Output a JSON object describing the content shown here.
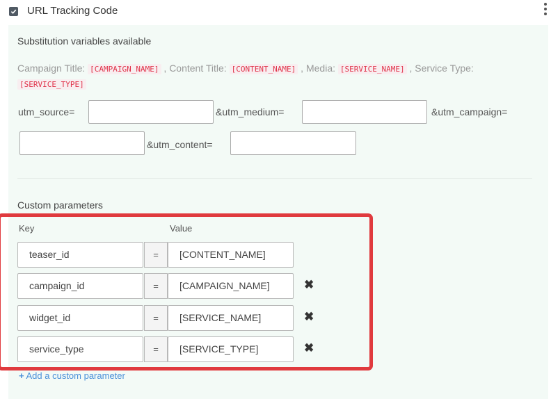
{
  "header": {
    "title": "URL Tracking Code",
    "checked": true
  },
  "substitution": {
    "title": "Substitution variables available",
    "vars": [
      {
        "label": "Campaign Title:",
        "code": "[CAMPAIGN_NAME]",
        "sep": " ,"
      },
      {
        "label": "Content Title:",
        "code": "[CONTENT_NAME]",
        "sep": " ,"
      },
      {
        "label": "Media:",
        "code": "[SERVICE_NAME]",
        "sep": " ,"
      },
      {
        "label": "Service Type:",
        "code": "[SERVICE_TYPE]",
        "sep": ""
      }
    ]
  },
  "utm": {
    "source_label": "utm_source=",
    "medium_label": "&utm_medium=",
    "campaign_label": "&utm_campaign=",
    "content_label": "&utm_content=",
    "source_value": "",
    "medium_value": "",
    "campaign_value": "",
    "content_value": ""
  },
  "custom": {
    "title": "Custom parameters",
    "key_header": "Key",
    "value_header": "Value",
    "equals": "=",
    "delete_icon": "✖",
    "rows": [
      {
        "key": "teaser_id",
        "value": "[CONTENT_NAME]",
        "deletable": false
      },
      {
        "key": "campaign_id",
        "value": "[CAMPAIGN_NAME]",
        "deletable": true
      },
      {
        "key": "widget_id",
        "value": "[SERVICE_NAME]",
        "deletable": true
      },
      {
        "key": "service_type",
        "value": "[SERVICE_TYPE]",
        "deletable": true
      }
    ],
    "add_label": "Add a custom parameter"
  },
  "colors": {
    "highlight": "#e03a3e",
    "panel_bg": "#f3faf6",
    "code_text": "#e0334a",
    "link": "#4a90d9"
  }
}
